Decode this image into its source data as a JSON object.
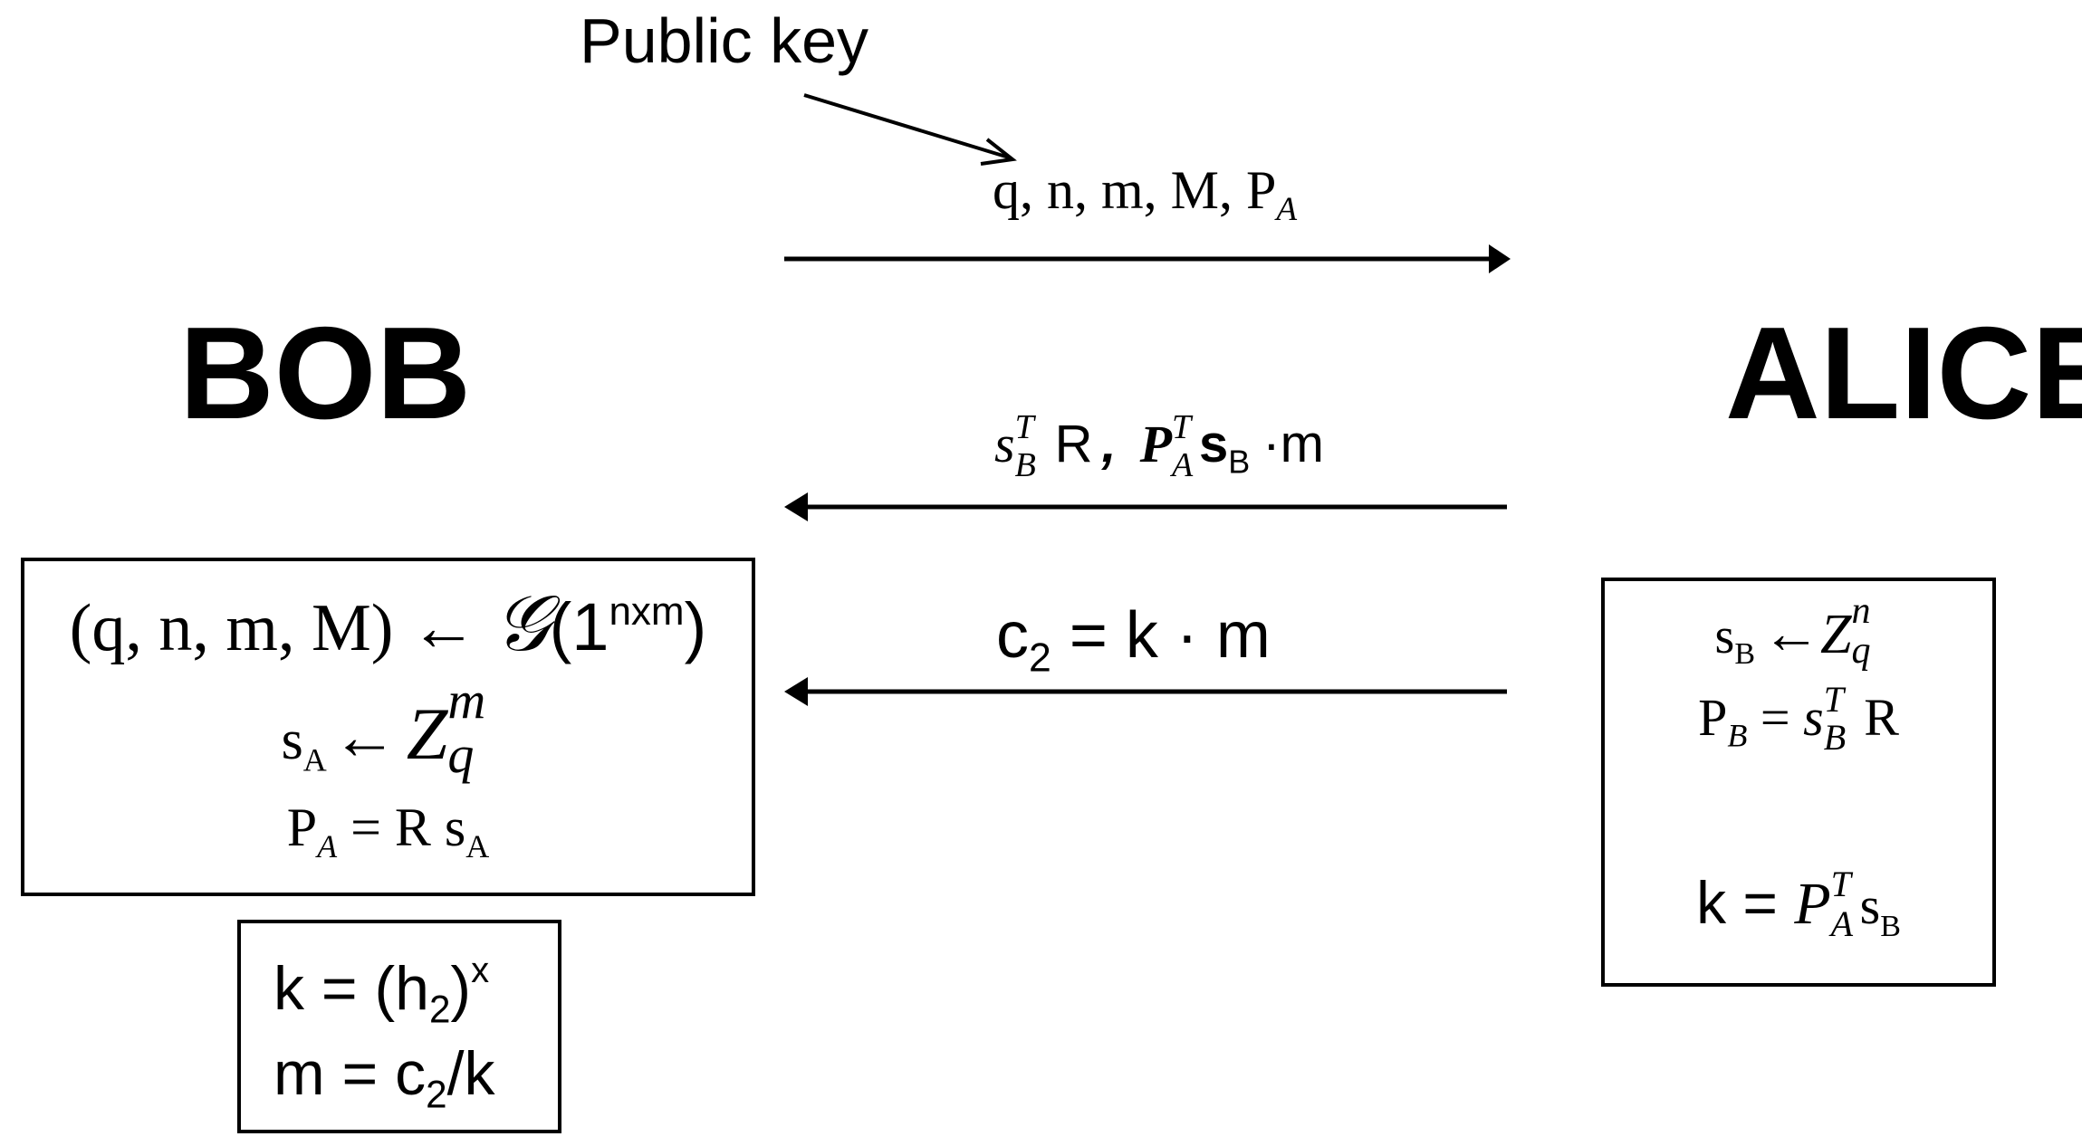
{
  "labels": {
    "public_key": "Public key",
    "bob": "BOB",
    "alice": "ALICE"
  },
  "messages": {
    "to_alice": "q, n, m, M, P",
    "to_alice_sub": "A",
    "from_alice_1_s": "s",
    "from_alice_1_s_sup": "T",
    "from_alice_1_s_sub": "B",
    "from_alice_1_R": "R",
    "from_alice_1_comma": ",",
    "from_alice_1_P": "P",
    "from_alice_1_P_sup": "T",
    "from_alice_1_P_sub": "A",
    "from_alice_1_sB": "s",
    "from_alice_1_sB_sub": "B",
    "from_alice_1_m": "·m",
    "from_alice_2_c": "c",
    "from_alice_2_c_sub": "2",
    "from_alice_2_rest": "=  k · m"
  },
  "bob_box": {
    "line1_left": "(q, n, m, M) ← ",
    "line1_G": "𝒢",
    "line1_paren": "(1",
    "line1_sup": "nxm",
    "line1_close": ")",
    "line2_s": "s",
    "line2_s_sub": "A",
    "line2_arrow": "←",
    "line2_Z": "Z",
    "line2_Z_sup": "m",
    "line2_Z_sub": "q",
    "line3_P": "P",
    "line3_P_sub": "A",
    "line3_rest": " = R s",
    "line3_rest_sub": "A"
  },
  "bob_key_box": {
    "line1": "k = (h",
    "line1_sub": "2",
    "line1_close": ")",
    "line1_sup": "x",
    "line2": "m = c",
    "line2_sub": "2",
    "line2_rest": "/k"
  },
  "alice_box": {
    "line1_s": "s",
    "line1_s_sub": "B",
    "line1_arrow": "←",
    "line1_Z": "Z",
    "line1_Z_sup": "n",
    "line1_Z_sub": "q",
    "line2_P": "P",
    "line2_P_sub": "B",
    "line2_eq": " = ",
    "line2_s": "s",
    "line2_s_sup": "T",
    "line2_s_sub": "B",
    "line2_R": " R",
    "line3_k": "k = ",
    "line3_P": "P",
    "line3_P_sup": "T",
    "line3_P_sub": "A",
    "line3_s": "s",
    "line3_s_sub": "B"
  }
}
